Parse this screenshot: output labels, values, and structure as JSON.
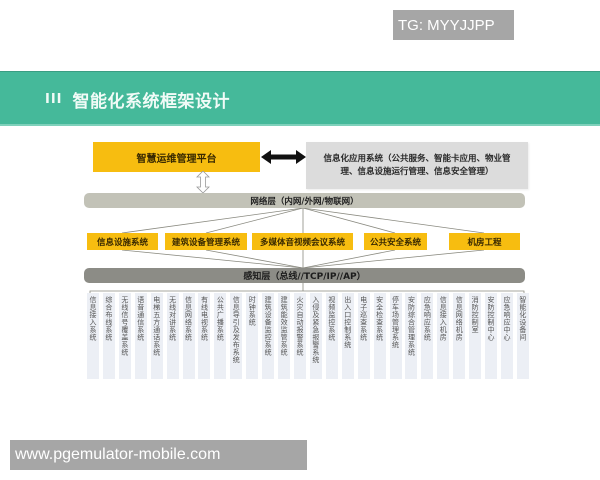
{
  "badges": {
    "top_right": "TG: MYYJJPP",
    "bottom_left": "www.pgemulator-mobile.com"
  },
  "banner": {
    "numeral": "III",
    "title": "智能化系统框架设计",
    "color": "#45b99a"
  },
  "diagram": {
    "platform": "智慧运维管理平台",
    "info_system": "信息化应用系统（公共服务、智能卡应用、物业管理、信息设施运行管理、信息安全管理）",
    "network_layer": "网络层（内网/外网/物联网）",
    "sensing_layer": "感知层（总线//TCP/IP//AP）",
    "subsystems": [
      "信息设施系统",
      "建筑设备管理系统",
      "多媒体音视频会议系统",
      "公共安全系统",
      "机房工程"
    ],
    "components": [
      "信息接入系统",
      "综合布线系统",
      "无线信号覆盖系统",
      "语音通信系统",
      "电梯五方通话系统",
      "无线对讲系统",
      "信息网络系统",
      "有线电视系统",
      "公共广播系统",
      "信息导引及发布系统",
      "时钟系统",
      "建筑设备监控系统",
      "建筑能效监管系统",
      "火灾自动报警系统",
      "入侵及紧急报警系统",
      "视频监控系统",
      "出入口控制系统",
      "电子巡查系统",
      "安全检查系统",
      "停车场管理系统",
      "安防综合管理系统",
      "应急响应系统",
      "信息接入机房",
      "信息网络机房",
      "消防控制室",
      "安防控制中心",
      "应急响应中心",
      "智能化设备间"
    ],
    "colors": {
      "yellow": "#f7bd10",
      "info_gray": "#dcdcdc",
      "network_gray": "#c2c2b7",
      "sensing_gray": "#8c8c86",
      "column_bg": "#eceff5"
    }
  }
}
